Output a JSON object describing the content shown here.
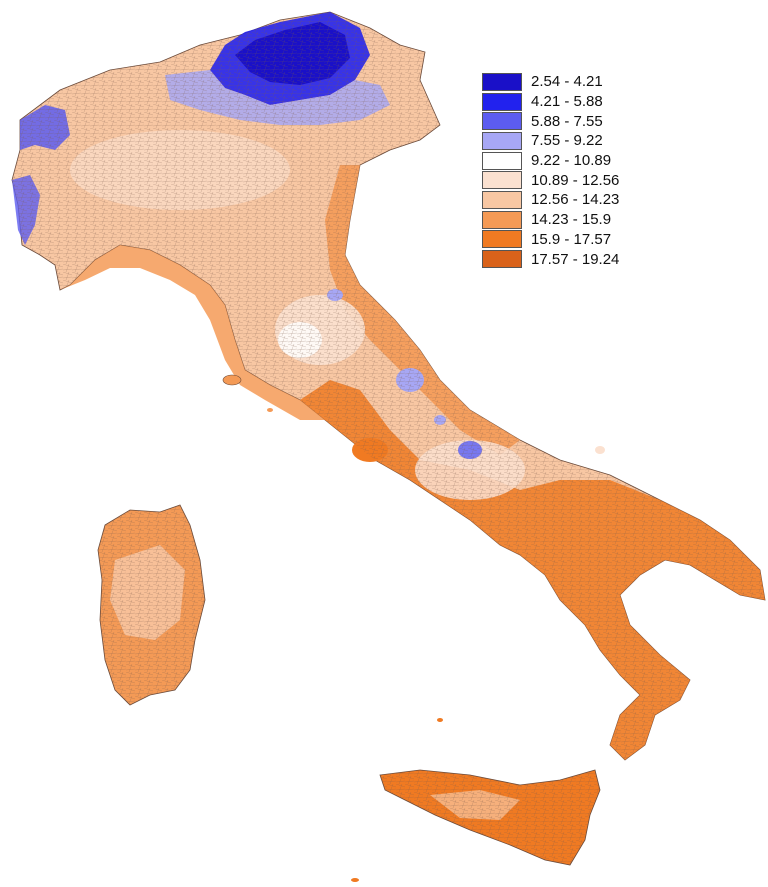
{
  "legend": {
    "items": [
      {
        "label": "2.54 - 4.21",
        "color": "#1a10c8"
      },
      {
        "label": "4.21 - 5.88",
        "color": "#2222ee"
      },
      {
        "label": "5.88 - 7.55",
        "color": "#5c5cf0"
      },
      {
        "label": "7.55 - 9.22",
        "color": "#a7a7f5"
      },
      {
        "label": "9.22 - 10.89",
        "color": "#ffffff"
      },
      {
        "label": "10.89 - 12.56",
        "color": "#fbe1d0"
      },
      {
        "label": "12.56 - 14.23",
        "color": "#f8c7a3"
      },
      {
        "label": "14.23 - 15.9",
        "color": "#f49a56"
      },
      {
        "label": "15.9 - 17.57",
        "color": "#f07a22"
      },
      {
        "label": "17.57 - 19.24",
        "color": "#d9621a"
      }
    ]
  },
  "colors": {
    "border": "#555555",
    "background": "#ffffff"
  }
}
